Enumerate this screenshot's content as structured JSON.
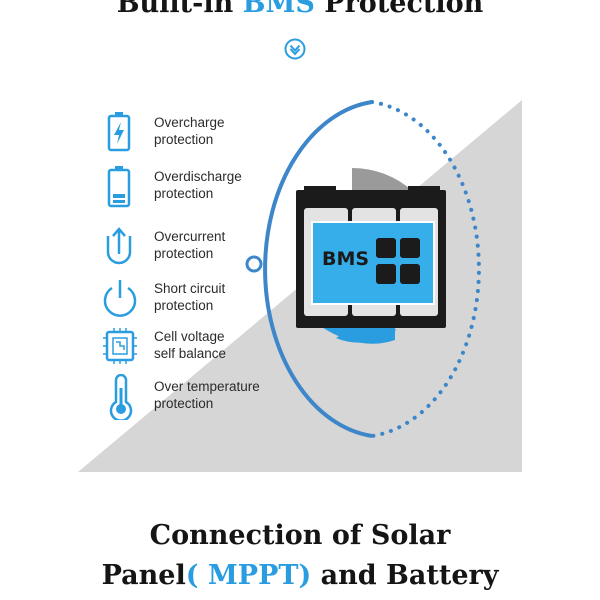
{
  "header": {
    "title_prefix": "Built-in",
    "title_accent": "BMS",
    "title_suffix": "Protection"
  },
  "colors": {
    "accent": "#2a9de0",
    "panel_gray": "#d5d5d5",
    "arc_blue": "#3d86c9"
  },
  "features": [
    {
      "icon": "battery-bolt-icon",
      "line1": "Overcharge",
      "line2": "protection"
    },
    {
      "icon": "battery-low-icon",
      "line1": "Overdischarge",
      "line2": "protection"
    },
    {
      "icon": "current-arrow-icon",
      "line1": "Overcurrent",
      "line2": "protection"
    },
    {
      "icon": "power-icon",
      "line1": "Short circuit",
      "line2": "protection"
    },
    {
      "icon": "chip-icon",
      "line1": "Cell voltage",
      "line2": "self balance"
    },
    {
      "icon": "thermometer-icon",
      "line1": "Over temperature",
      "line2": "protection"
    }
  ],
  "battery": {
    "label": "BMS"
  },
  "footer": {
    "line1": "Connection of Solar",
    "line2_prefix": "Panel",
    "line2_accent": "( MPPT)",
    "line2_suffix": "and Battery"
  }
}
